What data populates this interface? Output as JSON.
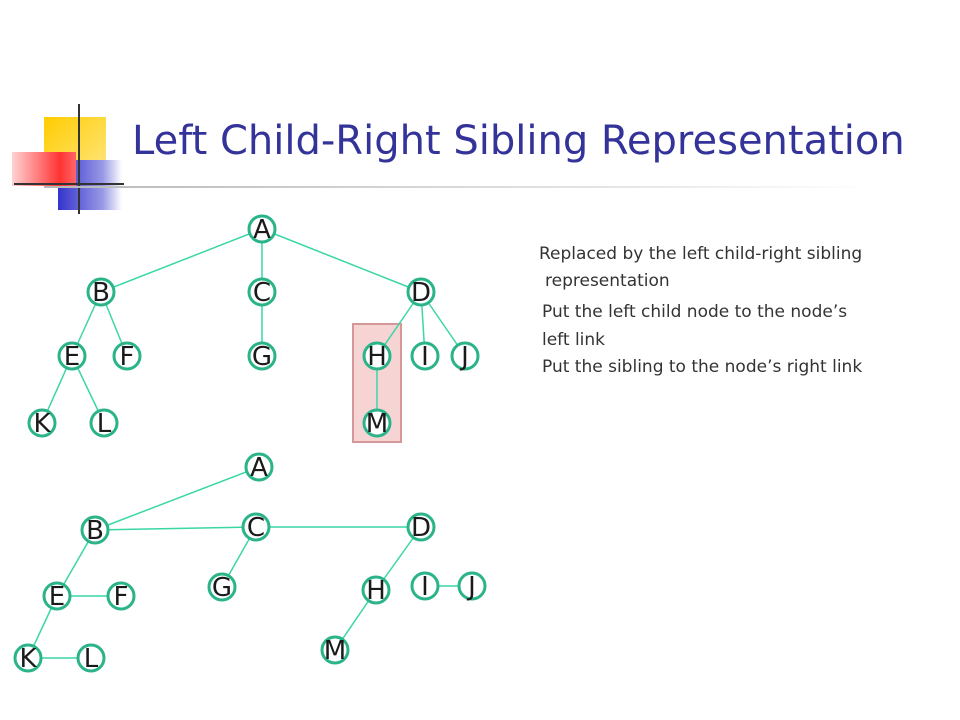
{
  "slide": {
    "title": "Left Child-Right Sibling Representation",
    "notes": [
      "Replaced by the left child-right sibling",
      "representation",
      "Put the left child node to the node’s",
      "left link",
      "Put the sibling to the node’s right link"
    ]
  },
  "colors": {
    "title": "#333399",
    "node_stroke": "#2bb389",
    "edge": "#3ad6a6",
    "highlight_fill": "#f7d4d4",
    "highlight_stroke": "#d49898",
    "label": "#1a1a1a"
  },
  "original_tree": {
    "nodes": [
      {
        "id": "A",
        "label": "A"
      },
      {
        "id": "B",
        "label": "B"
      },
      {
        "id": "C",
        "label": "C"
      },
      {
        "id": "D",
        "label": "D"
      },
      {
        "id": "E",
        "label": "E"
      },
      {
        "id": "F",
        "label": "F"
      },
      {
        "id": "G",
        "label": "G"
      },
      {
        "id": "H",
        "label": "H"
      },
      {
        "id": "I",
        "label": "I"
      },
      {
        "id": "J",
        "label": "J"
      },
      {
        "id": "K",
        "label": "K"
      },
      {
        "id": "L",
        "label": "L"
      },
      {
        "id": "M",
        "label": "M"
      }
    ],
    "edges": [
      [
        "A",
        "B"
      ],
      [
        "A",
        "C"
      ],
      [
        "A",
        "D"
      ],
      [
        "B",
        "E"
      ],
      [
        "B",
        "F"
      ],
      [
        "C",
        "G"
      ],
      [
        "D",
        "H"
      ],
      [
        "D",
        "I"
      ],
      [
        "D",
        "J"
      ],
      [
        "E",
        "K"
      ],
      [
        "E",
        "L"
      ],
      [
        "H",
        "M"
      ]
    ],
    "highlighted_subtree": [
      "H",
      "M"
    ]
  },
  "lcrs_tree": {
    "nodes": [
      {
        "id": "A",
        "label": "A"
      },
      {
        "id": "B",
        "label": "B"
      },
      {
        "id": "C",
        "label": "C"
      },
      {
        "id": "D",
        "label": "D"
      },
      {
        "id": "E",
        "label": "E"
      },
      {
        "id": "F",
        "label": "F"
      },
      {
        "id": "G",
        "label": "G"
      },
      {
        "id": "H",
        "label": "H"
      },
      {
        "id": "I",
        "label": "I"
      },
      {
        "id": "J",
        "label": "J"
      },
      {
        "id": "K",
        "label": "K"
      },
      {
        "id": "L",
        "label": "L"
      },
      {
        "id": "M",
        "label": "M"
      }
    ],
    "edges": [
      [
        "A",
        "B"
      ],
      [
        "B",
        "E"
      ],
      [
        "B",
        "C"
      ],
      [
        "C",
        "D"
      ],
      [
        "C",
        "G"
      ],
      [
        "D",
        "H"
      ],
      [
        "E",
        "F"
      ],
      [
        "E",
        "K"
      ],
      [
        "H",
        "M"
      ],
      [
        "K",
        "L"
      ],
      [
        "I",
        "J"
      ]
    ]
  }
}
